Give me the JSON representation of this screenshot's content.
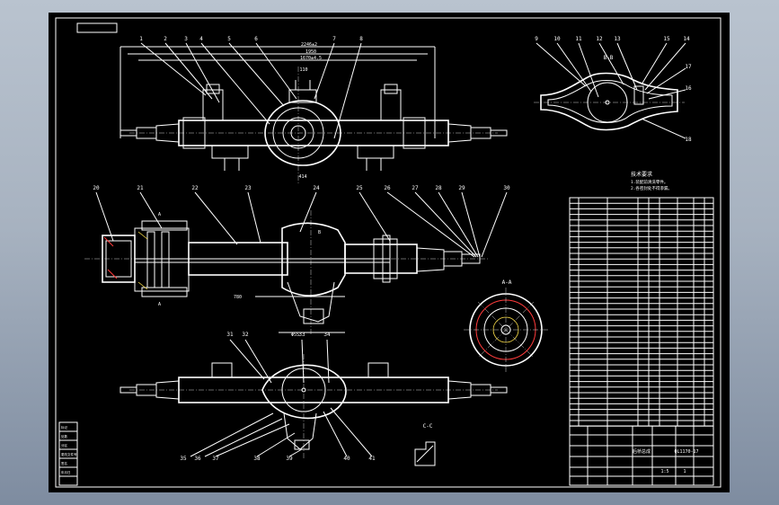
{
  "background": "#000000",
  "page_color": "#a9b4c2",
  "colors": {
    "line": "#ffffff",
    "accent_red": "#ff3b3b",
    "accent_yellow": "#ffe14a"
  },
  "top_balloons": [
    "1",
    "2",
    "3",
    "4",
    "5",
    "6",
    "7",
    "8"
  ],
  "top_dims": {
    "d1": "2246±2",
    "d2": "1950",
    "d3": "1670±4.5",
    "d4": "110",
    "d5": "414"
  },
  "bb_balloons": [
    "9",
    "10",
    "11",
    "12",
    "13",
    "15",
    "14",
    "17",
    "16",
    "18"
  ],
  "section_bb": "B-B",
  "mid_balloons": [
    "20",
    "21",
    "22",
    "23",
    "24",
    "25",
    "26",
    "27",
    "28",
    "29",
    "30"
  ],
  "mid_labels": {
    "a": "A",
    "a2": "A",
    "b": "B",
    "dim1": "780",
    "dim2": "Φ55"
  },
  "section_aa": "A-A",
  "section_cc": "C-C",
  "bot_balloons": [
    "31",
    "32",
    "33",
    "34",
    "35",
    "36",
    "37",
    "38",
    "39",
    "40",
    "41"
  ],
  "notes_title": "技术要求",
  "notes": [
    "1.装配前清洗零件。",
    "2.各密封处不得渗漏。"
  ],
  "title_block": {
    "drawing_no": "QL1170-17",
    "name": "后桥总成",
    "scale": "1:5",
    "sheet": "1"
  },
  "stamp_labels": [
    "标记",
    "处数",
    "分区",
    "更改文件号",
    "签名",
    "年月日"
  ]
}
